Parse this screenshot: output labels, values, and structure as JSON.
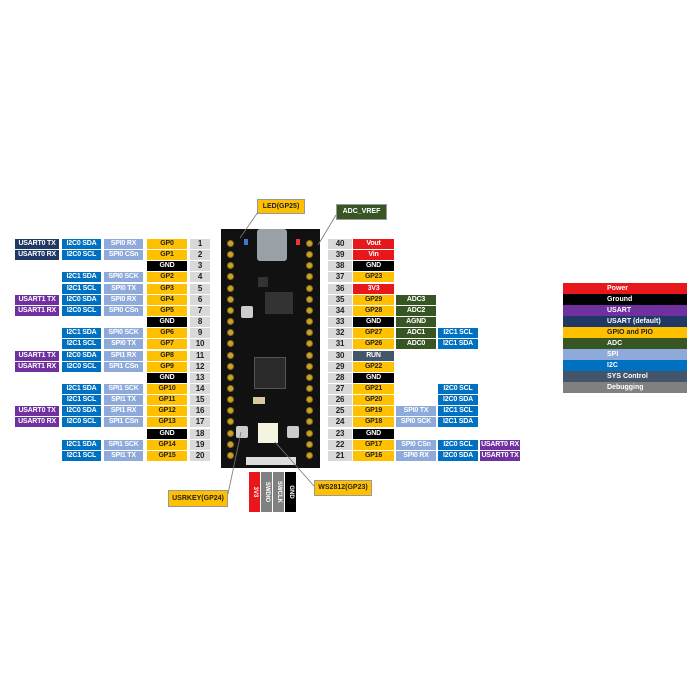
{
  "colors": {
    "power": "#e8171b",
    "ground": "#000000",
    "usart": "#7030a0",
    "usartd": "#1f3864",
    "gpio": "#ffc000",
    "adc": "#375623",
    "spi": "#8eaadb",
    "i2c": "#0070c0",
    "sys": "#44546a",
    "debug": "#808080"
  },
  "callouts": {
    "led": "LED(GP25)",
    "adc_vref": "ADC_VREF",
    "usrkey": "USRKEY(GP24)",
    "ws2812": "WS2812(GP23)"
  },
  "debug_header": [
    {
      "label": "3V3",
      "type": "power"
    },
    {
      "label": "SWDIO",
      "type": "debug"
    },
    {
      "label": "SWCLK",
      "type": "debug"
    },
    {
      "label": "GND",
      "type": "ground"
    }
  ],
  "legend": [
    {
      "label": "Power",
      "type": "power"
    },
    {
      "label": "Ground",
      "type": "ground"
    },
    {
      "label": "USART",
      "type": "usart"
    },
    {
      "label": "USART (default)",
      "type": "usartd"
    },
    {
      "label": "GPIO and PIO",
      "type": "gpio"
    },
    {
      "label": "ADC",
      "type": "adc"
    },
    {
      "label": "SPI",
      "type": "spi"
    },
    {
      "label": "I2C",
      "type": "i2c"
    },
    {
      "label": "SYS Control",
      "type": "sys"
    },
    {
      "label": "Debugging",
      "type": "debug"
    }
  ],
  "left_pins": [
    {
      "num": "1",
      "name": "GP0",
      "type": "gpio",
      "alt": [
        {
          "label": "USART0 TX",
          "type": "usartd"
        },
        {
          "label": "I2C0 SDA",
          "type": "i2c"
        },
        {
          "label": "SPI0 RX",
          "type": "spi"
        }
      ]
    },
    {
      "num": "2",
      "name": "GP1",
      "type": "gpio",
      "alt": [
        {
          "label": "USART0 RX",
          "type": "usartd"
        },
        {
          "label": "I2C0 SCL",
          "type": "i2c"
        },
        {
          "label": "SPI0 CSn",
          "type": "spi"
        }
      ]
    },
    {
      "num": "3",
      "name": "GND",
      "type": "ground",
      "alt": [
        null,
        null,
        null
      ]
    },
    {
      "num": "4",
      "name": "GP2",
      "type": "gpio",
      "alt": [
        null,
        {
          "label": "I2C1 SDA",
          "type": "i2c"
        },
        {
          "label": "SPI0 SCK",
          "type": "spi"
        }
      ]
    },
    {
      "num": "5",
      "name": "GP3",
      "type": "gpio",
      "alt": [
        null,
        {
          "label": "I2C1 SCL",
          "type": "i2c"
        },
        {
          "label": "SPI0 TX",
          "type": "spi"
        }
      ]
    },
    {
      "num": "6",
      "name": "GP4",
      "type": "gpio",
      "alt": [
        {
          "label": "USART1 TX",
          "type": "usart"
        },
        {
          "label": "I2C0 SDA",
          "type": "i2c"
        },
        {
          "label": "SPI0 RX",
          "type": "spi"
        }
      ]
    },
    {
      "num": "7",
      "name": "GP5",
      "type": "gpio",
      "alt": [
        {
          "label": "USART1 RX",
          "type": "usart"
        },
        {
          "label": "I2C0 SCL",
          "type": "i2c"
        },
        {
          "label": "SPI0 CSn",
          "type": "spi"
        }
      ]
    },
    {
      "num": "8",
      "name": "GND",
      "type": "ground",
      "alt": [
        null,
        null,
        null
      ]
    },
    {
      "num": "9",
      "name": "GP6",
      "type": "gpio",
      "alt": [
        null,
        {
          "label": "I2C1 SDA",
          "type": "i2c"
        },
        {
          "label": "SPI0 SCK",
          "type": "spi"
        }
      ]
    },
    {
      "num": "10",
      "name": "GP7",
      "type": "gpio",
      "alt": [
        null,
        {
          "label": "I2C1 SCL",
          "type": "i2c"
        },
        {
          "label": "SPI0 TX",
          "type": "spi"
        }
      ]
    },
    {
      "num": "11",
      "name": "GP8",
      "type": "gpio",
      "alt": [
        {
          "label": "USART1 TX",
          "type": "usart"
        },
        {
          "label": "I2C0 SDA",
          "type": "i2c"
        },
        {
          "label": "SPI1 RX",
          "type": "spi"
        }
      ]
    },
    {
      "num": "12",
      "name": "GP9",
      "type": "gpio",
      "alt": [
        {
          "label": "USART1 RX",
          "type": "usart"
        },
        {
          "label": "I2C0 SCL",
          "type": "i2c"
        },
        {
          "label": "SPI1 CSn",
          "type": "spi"
        }
      ]
    },
    {
      "num": "13",
      "name": "GND",
      "type": "ground",
      "alt": [
        null,
        null,
        null
      ]
    },
    {
      "num": "14",
      "name": "GP10",
      "type": "gpio",
      "alt": [
        null,
        {
          "label": "I2C1 SDA",
          "type": "i2c"
        },
        {
          "label": "SPI1 SCK",
          "type": "spi"
        }
      ]
    },
    {
      "num": "15",
      "name": "GP11",
      "type": "gpio",
      "alt": [
        null,
        {
          "label": "I2C1 SCL",
          "type": "i2c"
        },
        {
          "label": "SPI1 TX",
          "type": "spi"
        }
      ]
    },
    {
      "num": "16",
      "name": "GP12",
      "type": "gpio",
      "alt": [
        {
          "label": "USART0 TX",
          "type": "usart"
        },
        {
          "label": "I2C0 SDA",
          "type": "i2c"
        },
        {
          "label": "SPI1 RX",
          "type": "spi"
        }
      ]
    },
    {
      "num": "17",
      "name": "GP13",
      "type": "gpio",
      "alt": [
        {
          "label": "USART0 RX",
          "type": "usart"
        },
        {
          "label": "I2C0 SCL",
          "type": "i2c"
        },
        {
          "label": "SPI1 CSn",
          "type": "spi"
        }
      ]
    },
    {
      "num": "18",
      "name": "GND",
      "type": "ground",
      "alt": [
        null,
        null,
        null
      ]
    },
    {
      "num": "19",
      "name": "GP14",
      "type": "gpio",
      "alt": [
        null,
        {
          "label": "I2C1 SDA",
          "type": "i2c"
        },
        {
          "label": "SPI1 SCK",
          "type": "spi"
        }
      ]
    },
    {
      "num": "20",
      "name": "GP15",
      "type": "gpio",
      "alt": [
        null,
        {
          "label": "I2C1 SCL",
          "type": "i2c"
        },
        {
          "label": "SPI1 TX",
          "type": "spi"
        }
      ]
    }
  ],
  "right_pins": [
    {
      "num": "40",
      "name": "Vout",
      "type": "power",
      "alt": [
        null,
        null,
        null
      ]
    },
    {
      "num": "39",
      "name": "Vin",
      "type": "power",
      "alt": [
        null,
        null,
        null
      ]
    },
    {
      "num": "38",
      "name": "GND",
      "type": "ground",
      "alt": [
        null,
        null,
        null
      ]
    },
    {
      "num": "37",
      "name": "GP23",
      "type": "gpio",
      "alt": [
        null,
        null,
        null
      ]
    },
    {
      "num": "36",
      "name": "3V3",
      "type": "power",
      "alt": [
        null,
        null,
        null
      ]
    },
    {
      "num": "35",
      "name": "GP29",
      "type": "gpio",
      "alt": [
        {
          "label": "ADC3",
          "type": "adc"
        },
        null,
        null
      ]
    },
    {
      "num": "34",
      "name": "GP28",
      "type": "gpio",
      "alt": [
        {
          "label": "ADC2",
          "type": "adc"
        },
        null,
        null
      ]
    },
    {
      "num": "33",
      "name": "GND",
      "type": "ground",
      "alt": [
        {
          "label": "AGND",
          "type": "adc"
        },
        null,
        null
      ]
    },
    {
      "num": "32",
      "name": "GP27",
      "type": "gpio",
      "alt": [
        {
          "label": "ADC1",
          "type": "adc"
        },
        {
          "label": "I2C1 SCL",
          "type": "i2c"
        },
        null
      ]
    },
    {
      "num": "31",
      "name": "GP26",
      "type": "gpio",
      "alt": [
        {
          "label": "ADC0",
          "type": "adc"
        },
        {
          "label": "I2C1 SDA",
          "type": "i2c"
        },
        null
      ]
    },
    {
      "num": "30",
      "name": "RUN",
      "type": "sys",
      "alt": [
        null,
        null,
        null
      ]
    },
    {
      "num": "29",
      "name": "GP22",
      "type": "gpio",
      "alt": [
        null,
        null,
        null
      ]
    },
    {
      "num": "28",
      "name": "GND",
      "type": "ground",
      "alt": [
        null,
        null,
        null
      ]
    },
    {
      "num": "27",
      "name": "GP21",
      "type": "gpio",
      "alt": [
        null,
        {
          "label": "I2C0 SCL",
          "type": "i2c"
        },
        null
      ]
    },
    {
      "num": "26",
      "name": "GP20",
      "type": "gpio",
      "alt": [
        null,
        {
          "label": "I2C0 SDA",
          "type": "i2c"
        },
        null
      ]
    },
    {
      "num": "25",
      "name": "GP19",
      "type": "gpio",
      "alt": [
        {
          "label": "SPI0 TX",
          "type": "spi"
        },
        {
          "label": "I2C1 SCL",
          "type": "i2c"
        },
        null
      ]
    },
    {
      "num": "24",
      "name": "GP18",
      "type": "gpio",
      "alt": [
        {
          "label": "SPI0 SCK",
          "type": "spi"
        },
        {
          "label": "I2C1 SDA",
          "type": "i2c"
        },
        null
      ]
    },
    {
      "num": "23",
      "name": "GND",
      "type": "ground",
      "alt": [
        null,
        null,
        null
      ]
    },
    {
      "num": "22",
      "name": "GP17",
      "type": "gpio",
      "alt": [
        {
          "label": "SPI0 CSn",
          "type": "spi"
        },
        {
          "label": "I2C0 SCL",
          "type": "i2c"
        },
        {
          "label": "USART0 RX",
          "type": "usart"
        }
      ]
    },
    {
      "num": "21",
      "name": "GP16",
      "type": "gpio",
      "alt": [
        {
          "label": "SPI0 RX",
          "type": "spi"
        },
        {
          "label": "I2C0 SDA",
          "type": "i2c"
        },
        {
          "label": "USART0 TX",
          "type": "usart"
        }
      ]
    }
  ]
}
